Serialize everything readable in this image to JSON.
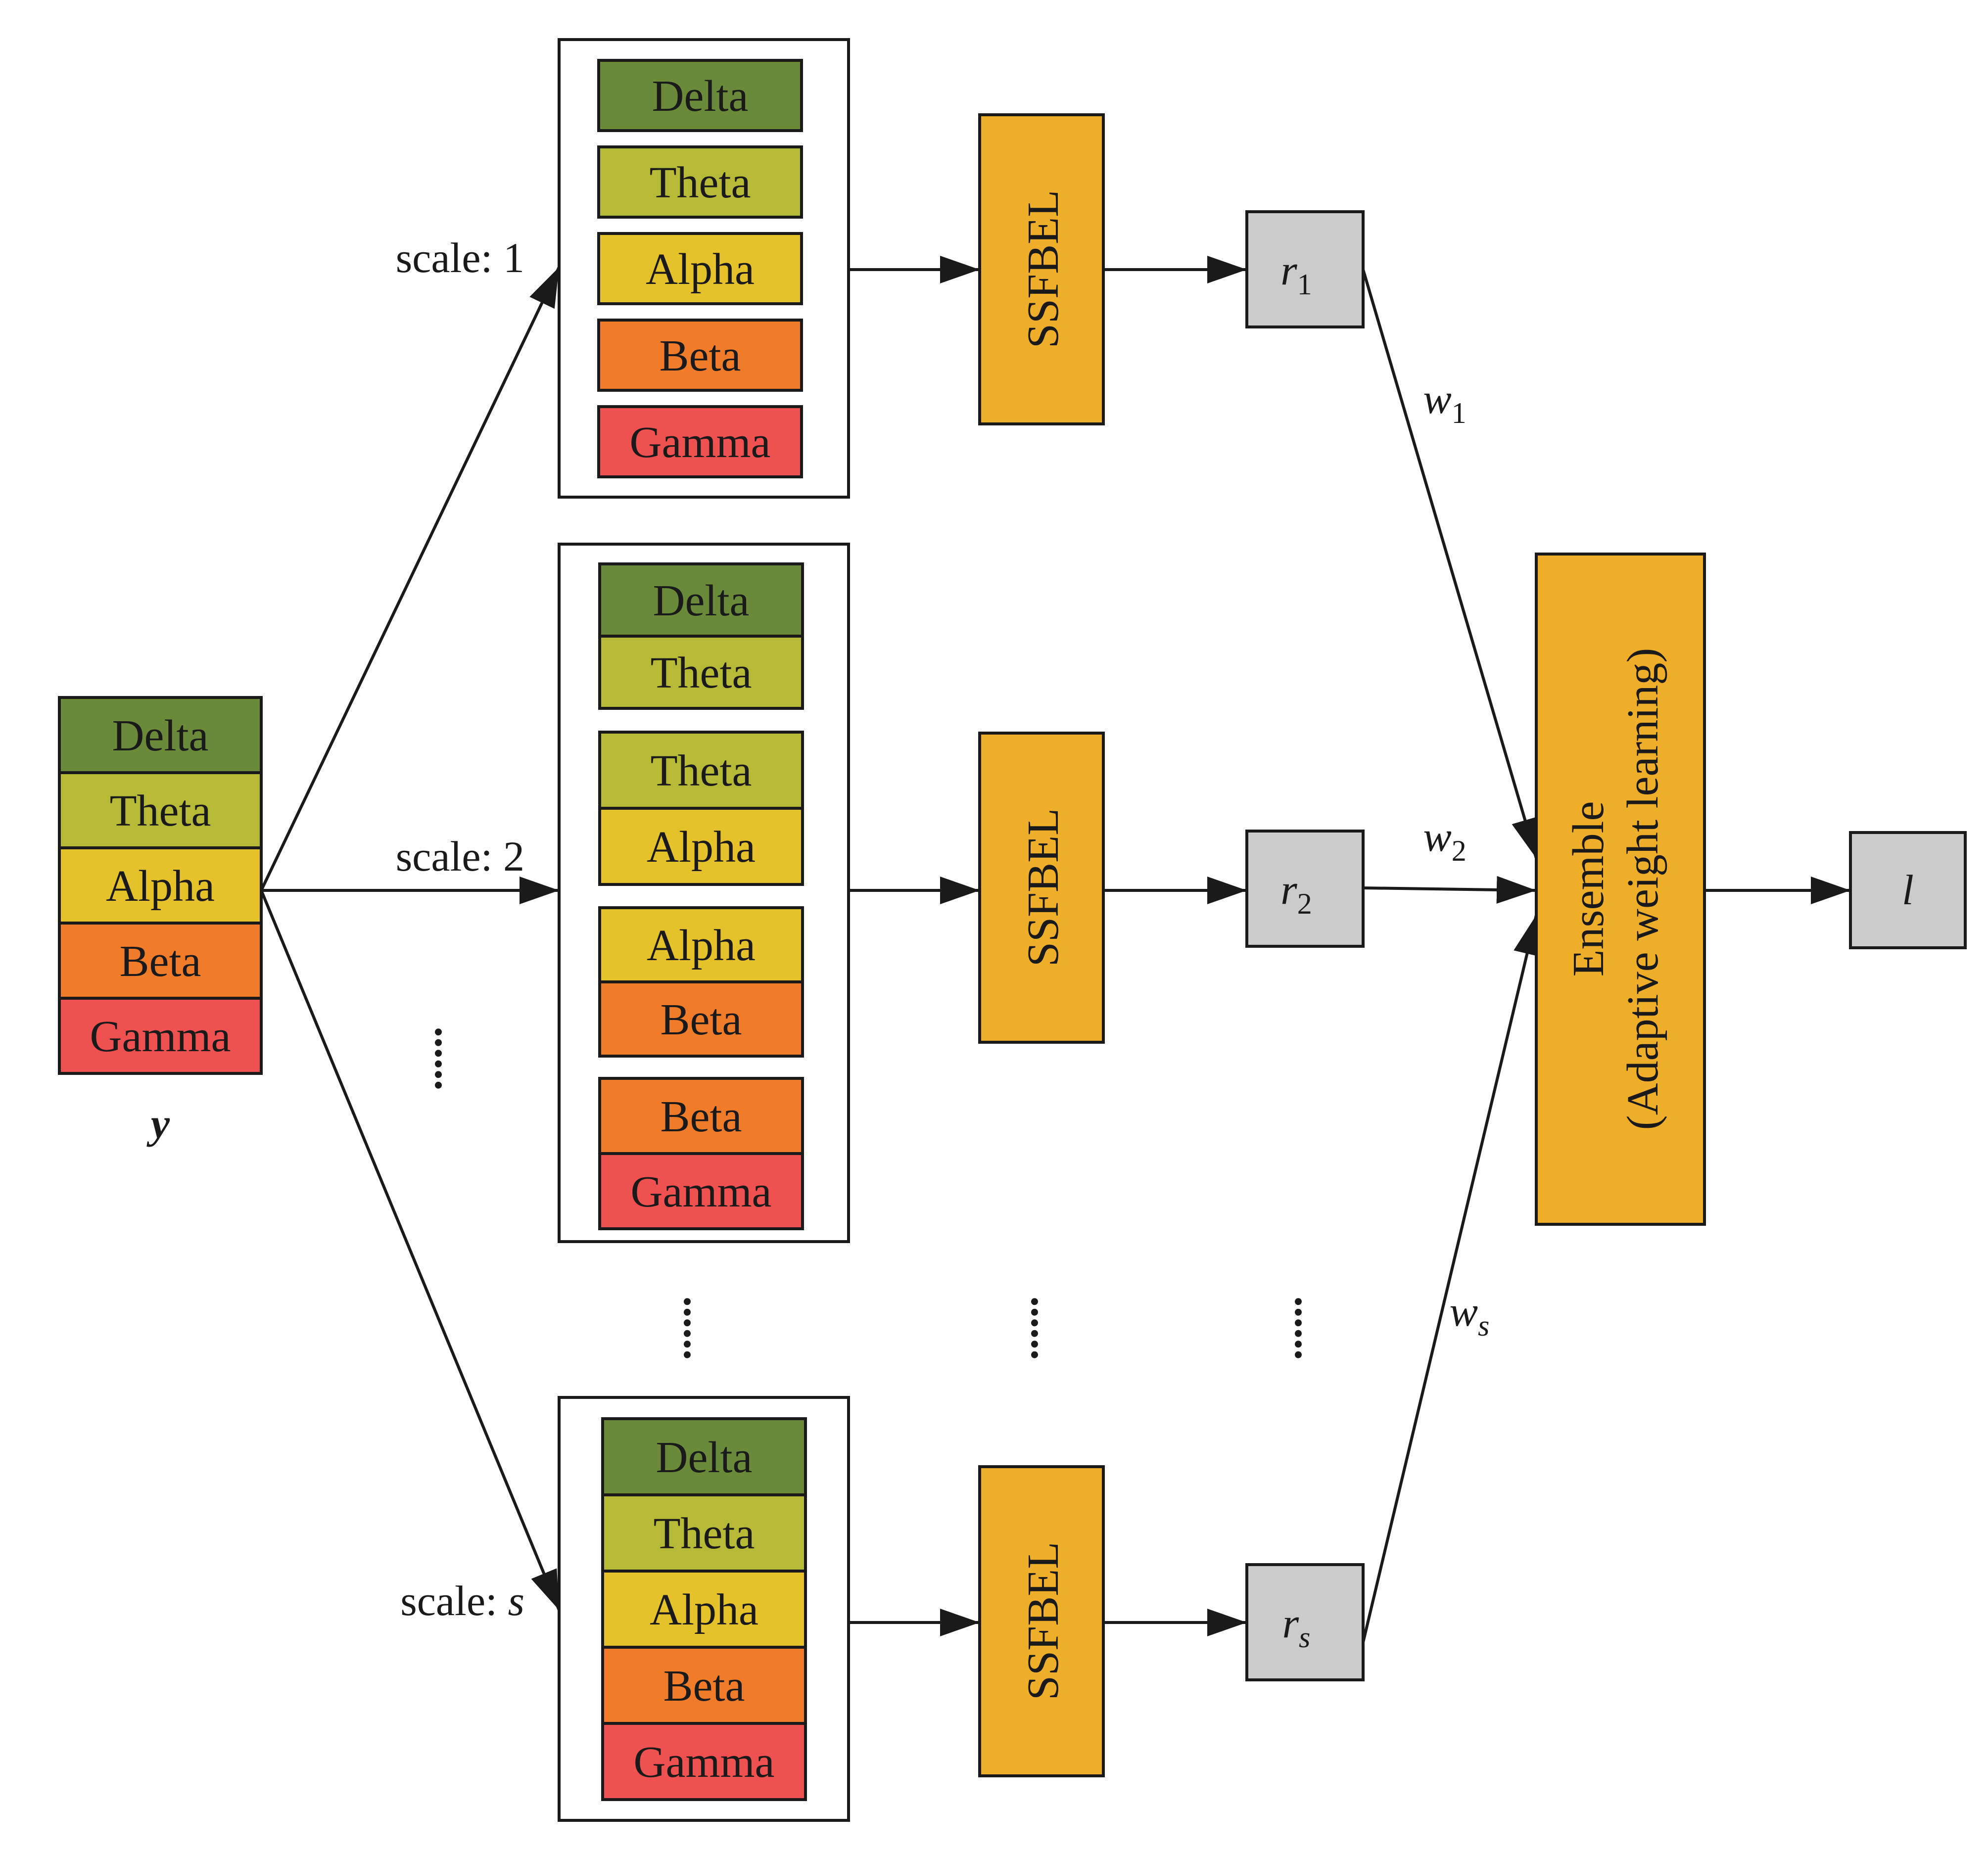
{
  "colors": {
    "Delta": "#6a8a3a",
    "Theta": "#b7ba37",
    "Alpha": "#e6c22a",
    "Beta": "#f07c2a",
    "Gamma": "#ef5050",
    "ssfbel": "#efae2a",
    "ensemble": "#efae2a",
    "output_box": "#cbcbcb"
  },
  "input": {
    "bands": [
      "Delta",
      "Theta",
      "Alpha",
      "Beta",
      "Gamma"
    ],
    "label": "y"
  },
  "scales": [
    {
      "label": "scale: 1",
      "prefix": "scale: ",
      "value": "1",
      "value_italic": false
    },
    {
      "label": "scale: 2",
      "prefix": "scale: ",
      "value": "2",
      "value_italic": false
    },
    {
      "label": "scale: s",
      "prefix": "scale: ",
      "value": "s",
      "value_italic": true
    }
  ],
  "groups": [
    {
      "bands": [
        [
          "Delta"
        ],
        [
          "Theta"
        ],
        [
          "Alpha"
        ],
        [
          "Beta"
        ],
        [
          "Gamma"
        ]
      ]
    },
    {
      "bands": [
        [
          "Delta",
          "Theta"
        ],
        [
          "Theta",
          "Alpha"
        ],
        [
          "Alpha",
          "Beta"
        ],
        [
          "Beta",
          "Gamma"
        ]
      ]
    },
    {
      "bands": [
        [
          "Delta",
          "Theta",
          "Alpha",
          "Beta",
          "Gamma"
        ]
      ]
    }
  ],
  "ssfbel_label": "SSFBEL",
  "results": [
    {
      "base": "r",
      "sub": "1"
    },
    {
      "base": "r",
      "sub": "2"
    },
    {
      "base": "r",
      "sub": "s"
    }
  ],
  "weights": [
    {
      "base": "w",
      "sub": "1"
    },
    {
      "base": "w",
      "sub": "2"
    },
    {
      "base": "w",
      "sub": "s"
    }
  ],
  "ensemble": {
    "line1": "Ensemble",
    "line2": "(Adaptive weight learning)"
  },
  "output": {
    "label": "l"
  },
  "ellipsis": "......"
}
